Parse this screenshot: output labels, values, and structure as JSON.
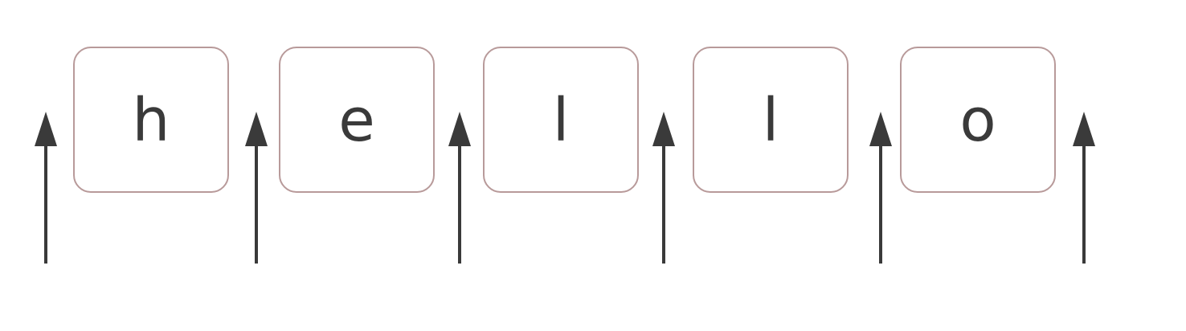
{
  "diagram": {
    "characters": [
      "h",
      "e",
      "l",
      "l",
      "o"
    ],
    "boundary_arrow_count": 6,
    "colors": {
      "box_border": "#b89a9a",
      "text": "#3a3a3a",
      "arrow": "#3a3a3a",
      "background": "#ffffff"
    }
  }
}
